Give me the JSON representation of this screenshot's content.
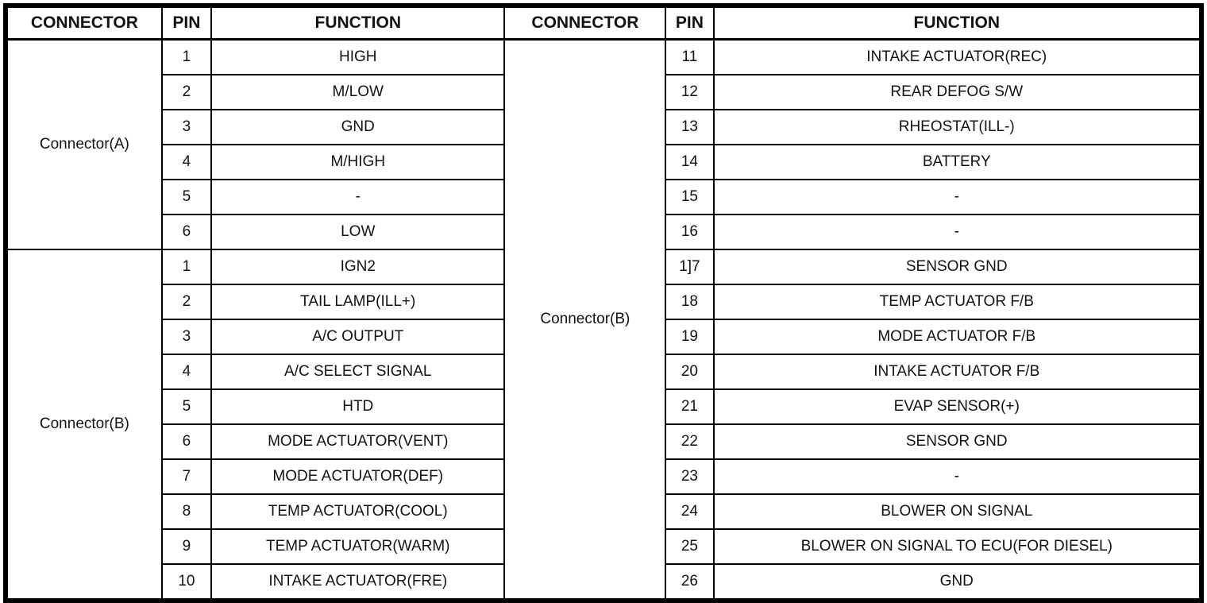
{
  "colors": {
    "border": "#000000",
    "text": "#121212",
    "background": "#ffffff"
  },
  "header": {
    "cols": [
      "CONNECTOR",
      "PIN",
      "FUNCTION",
      "CONNECTOR",
      "PIN",
      "FUNCTION"
    ]
  },
  "left": {
    "group_a": {
      "connector": "Connector(A)",
      "pins": [
        "1",
        "2",
        "3",
        "4",
        "5",
        "6"
      ],
      "functions": [
        "HIGH",
        "M/LOW",
        "GND",
        "M/HIGH",
        "-",
        "LOW"
      ]
    },
    "group_b": {
      "connector": "Connector(B)",
      "pins": [
        "1",
        "2",
        "3",
        "4",
        "5",
        "6",
        "7",
        "8",
        "9",
        "10"
      ],
      "functions": [
        "IGN2",
        "TAIL LAMP(ILL+)",
        "A/C OUTPUT",
        "A/C SELECT SIGNAL",
        "HTD",
        "MODE ACTUATOR(VENT)",
        "MODE ACTUATOR(DEF)",
        "TEMP ACTUATOR(COOL)",
        "TEMP ACTUATOR(WARM)",
        "INTAKE ACTUATOR(FRE)"
      ]
    }
  },
  "right": {
    "group_b": {
      "connector": "Connector(B)",
      "pins": [
        "11",
        "12",
        "13",
        "14",
        "15",
        "16",
        "1]7",
        "18",
        "19",
        "20",
        "21",
        "22",
        "23",
        "24",
        "25",
        "26"
      ],
      "functions": [
        "INTAKE ACTUATOR(REC)",
        "REAR DEFOG S/W",
        "RHEOSTAT(ILL-)",
        "BATTERY",
        "-",
        "-",
        "SENSOR GND",
        "TEMP ACTUATOR F/B",
        "MODE ACTUATOR F/B",
        "INTAKE ACTUATOR F/B",
        "EVAP SENSOR(+)",
        "SENSOR GND",
        "-",
        "BLOWER ON SIGNAL",
        "BLOWER ON SIGNAL TO ECU(FOR DIESEL)",
        "GND"
      ]
    }
  }
}
